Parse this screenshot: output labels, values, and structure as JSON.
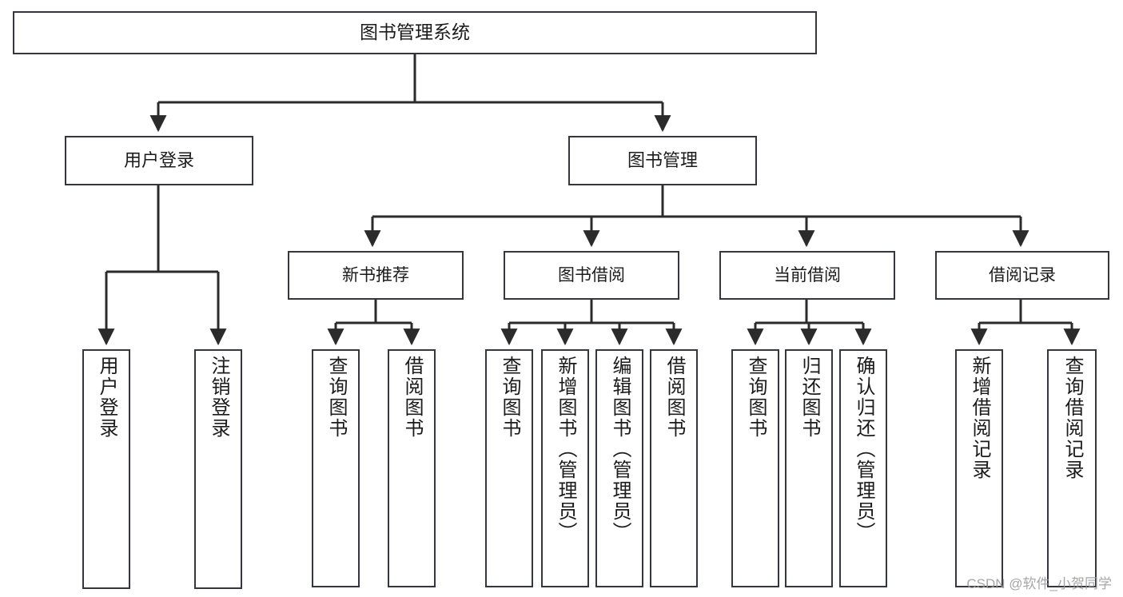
{
  "diagram": {
    "title": "图书管理系统",
    "type": "tree-hierarchy-chart",
    "root": {
      "id": "root",
      "label": "图书管理系统"
    },
    "level2": [
      {
        "id": "user-login",
        "label": "用户登录"
      },
      {
        "id": "book-manage",
        "label": "图书管理"
      }
    ],
    "level3": [
      {
        "id": "new-book-recommend",
        "label": "新书推荐"
      },
      {
        "id": "book-borrow",
        "label": "图书借阅"
      },
      {
        "id": "current-borrow",
        "label": "当前借阅"
      },
      {
        "id": "borrow-record",
        "label": "借阅记录"
      }
    ],
    "leaves": {
      "user_login": [
        {
          "id": "leaf-user-login",
          "label": "用户登录"
        },
        {
          "id": "leaf-logout",
          "label": "注销登录"
        }
      ],
      "new_book_recommend": [
        {
          "id": "leaf-query-book-1",
          "label": "查询图书"
        },
        {
          "id": "leaf-borrow-book-1",
          "label": "借阅图书"
        }
      ],
      "book_borrow": [
        {
          "id": "leaf-query-book-2",
          "label": "查询图书"
        },
        {
          "id": "leaf-add-book",
          "label": "新增图书（管理员）"
        },
        {
          "id": "leaf-edit-book",
          "label": "编辑图书（管理员）"
        },
        {
          "id": "leaf-borrow-book-2",
          "label": "借阅图书"
        }
      ],
      "current_borrow": [
        {
          "id": "leaf-query-book-3",
          "label": "查询图书"
        },
        {
          "id": "leaf-return-book",
          "label": "归还图书"
        },
        {
          "id": "leaf-confirm-return",
          "label": "确认归还（管理员）"
        }
      ],
      "borrow_record": [
        {
          "id": "leaf-add-record",
          "label": "新增借阅记录"
        },
        {
          "id": "leaf-query-record",
          "label": "查询借阅记录"
        }
      ]
    }
  },
  "watermark": {
    "text": "CSDN @软件_小贺同学"
  },
  "colors": {
    "background": "#ffffff",
    "box_fill": "#ffffff",
    "box_stroke": "#33363b",
    "connector": "#2b2b2b",
    "text": "#1b1b1b",
    "watermark": "#9a9a9a"
  }
}
